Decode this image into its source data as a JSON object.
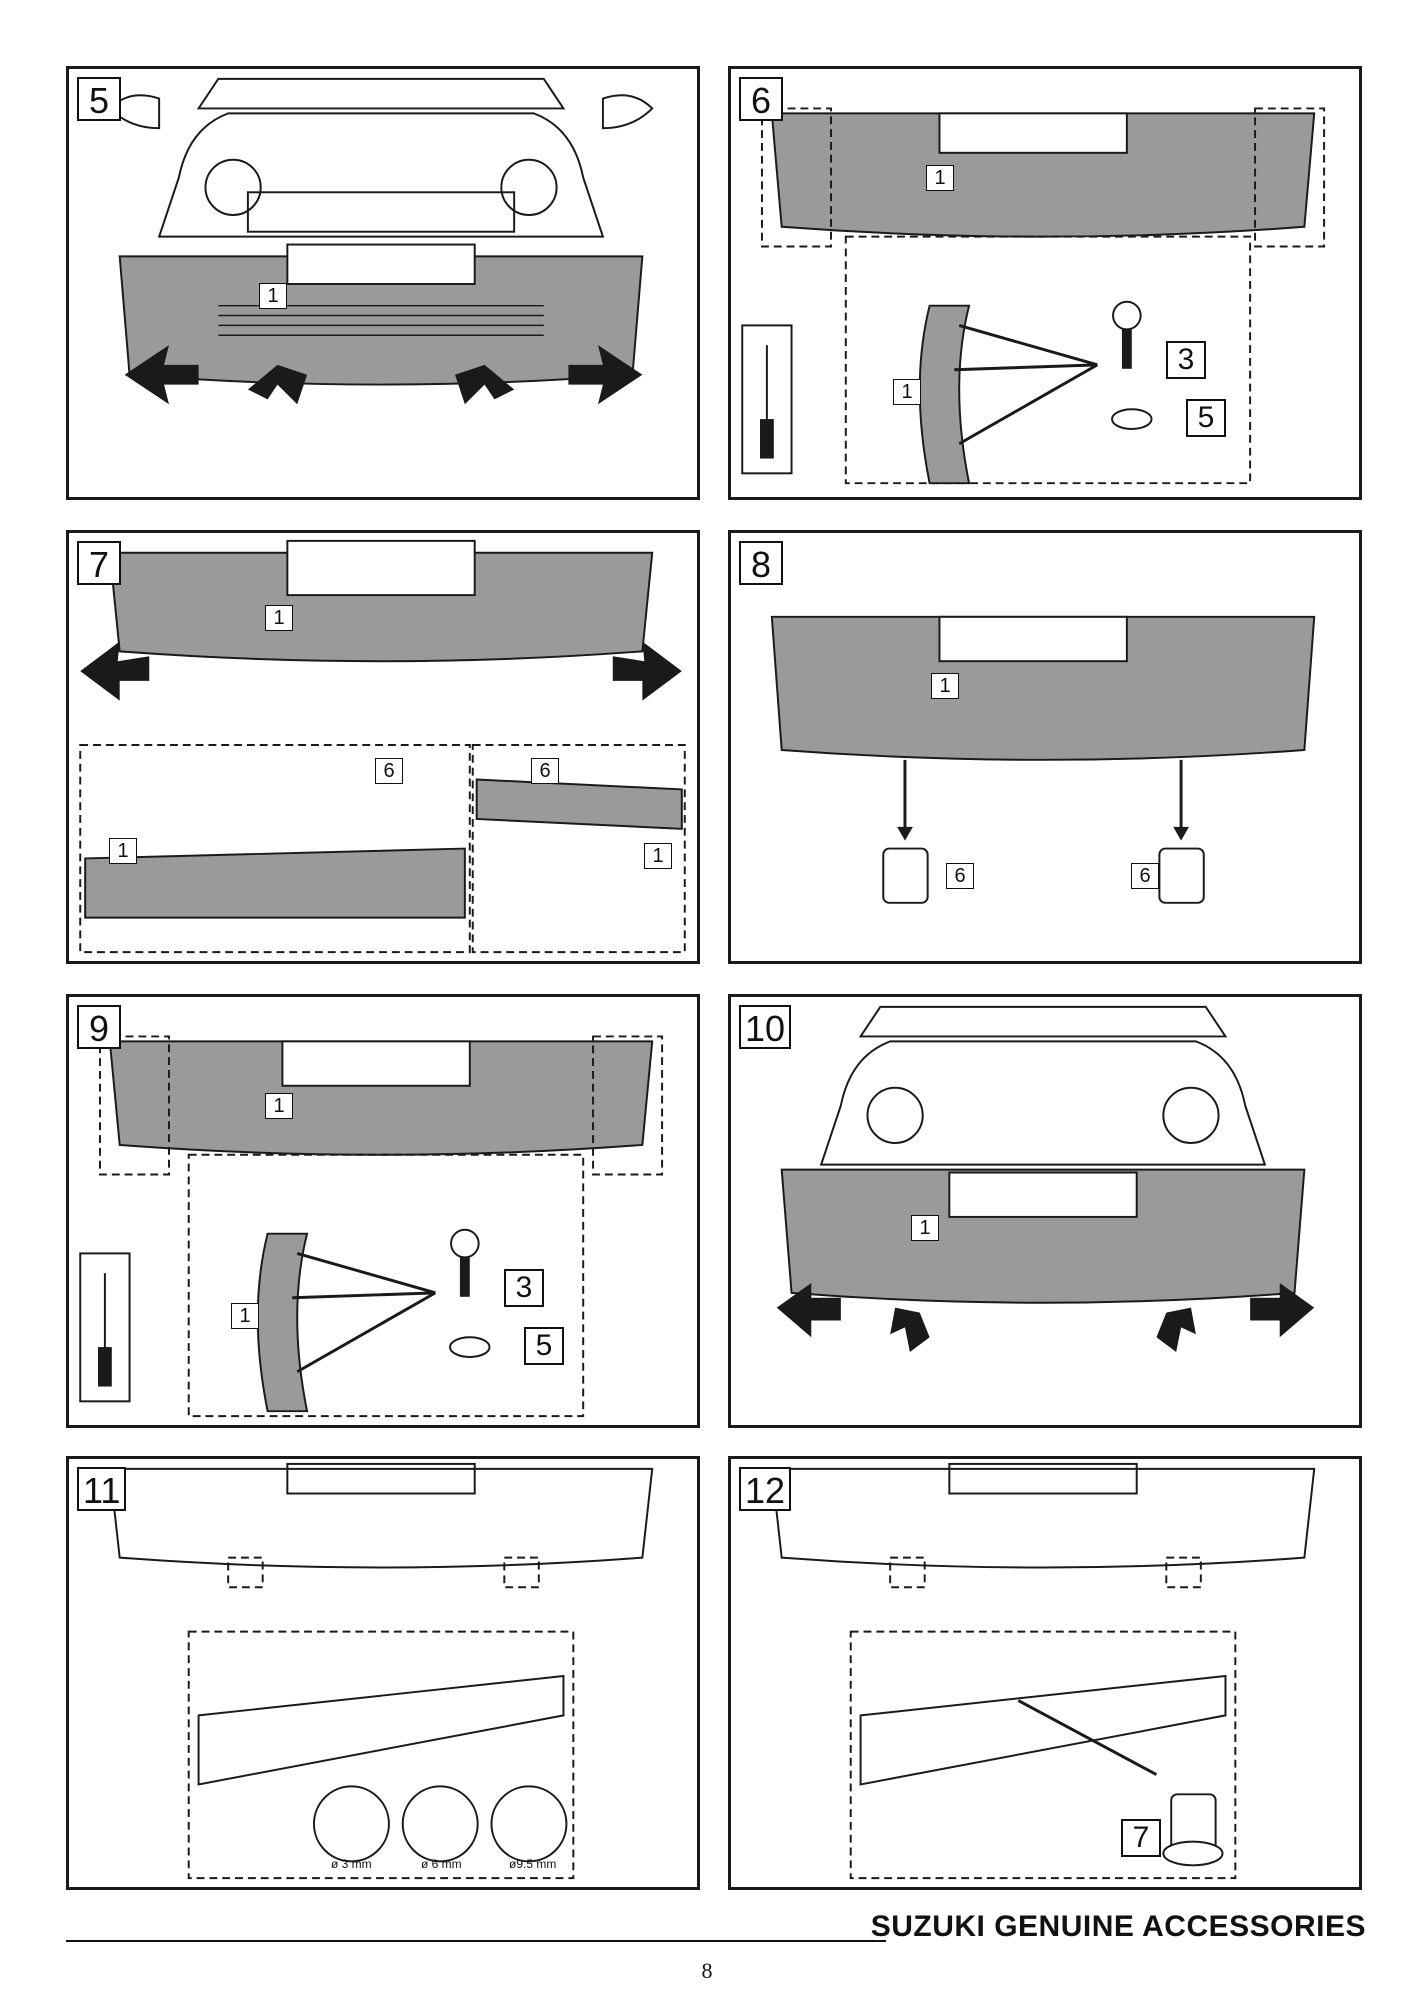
{
  "panels": [
    {
      "step": "5",
      "callouts": [
        "1"
      ]
    },
    {
      "step": "6",
      "callouts": [
        "1",
        "1",
        "3",
        "5"
      ]
    },
    {
      "step": "7",
      "callouts": [
        "1",
        "6",
        "1",
        "6",
        "1"
      ]
    },
    {
      "step": "8",
      "callouts": [
        "1",
        "6",
        "6"
      ]
    },
    {
      "step": "9",
      "callouts": [
        "1",
        "1",
        "3",
        "5"
      ]
    },
    {
      "step": "10",
      "callouts": [
        "1"
      ]
    },
    {
      "step": "11",
      "callouts": [],
      "drill_sizes": [
        "ø 3 mm",
        "ø 6 mm",
        "ø9.5 mm"
      ]
    },
    {
      "step": "12",
      "callouts": [
        "7"
      ]
    }
  ],
  "footer": {
    "brand": "SUZUKI GENUINE ACCESSORIES",
    "page_number": "8"
  },
  "colors": {
    "bumper_shade": "#9a9a9a",
    "line": "#1a1a1a"
  }
}
